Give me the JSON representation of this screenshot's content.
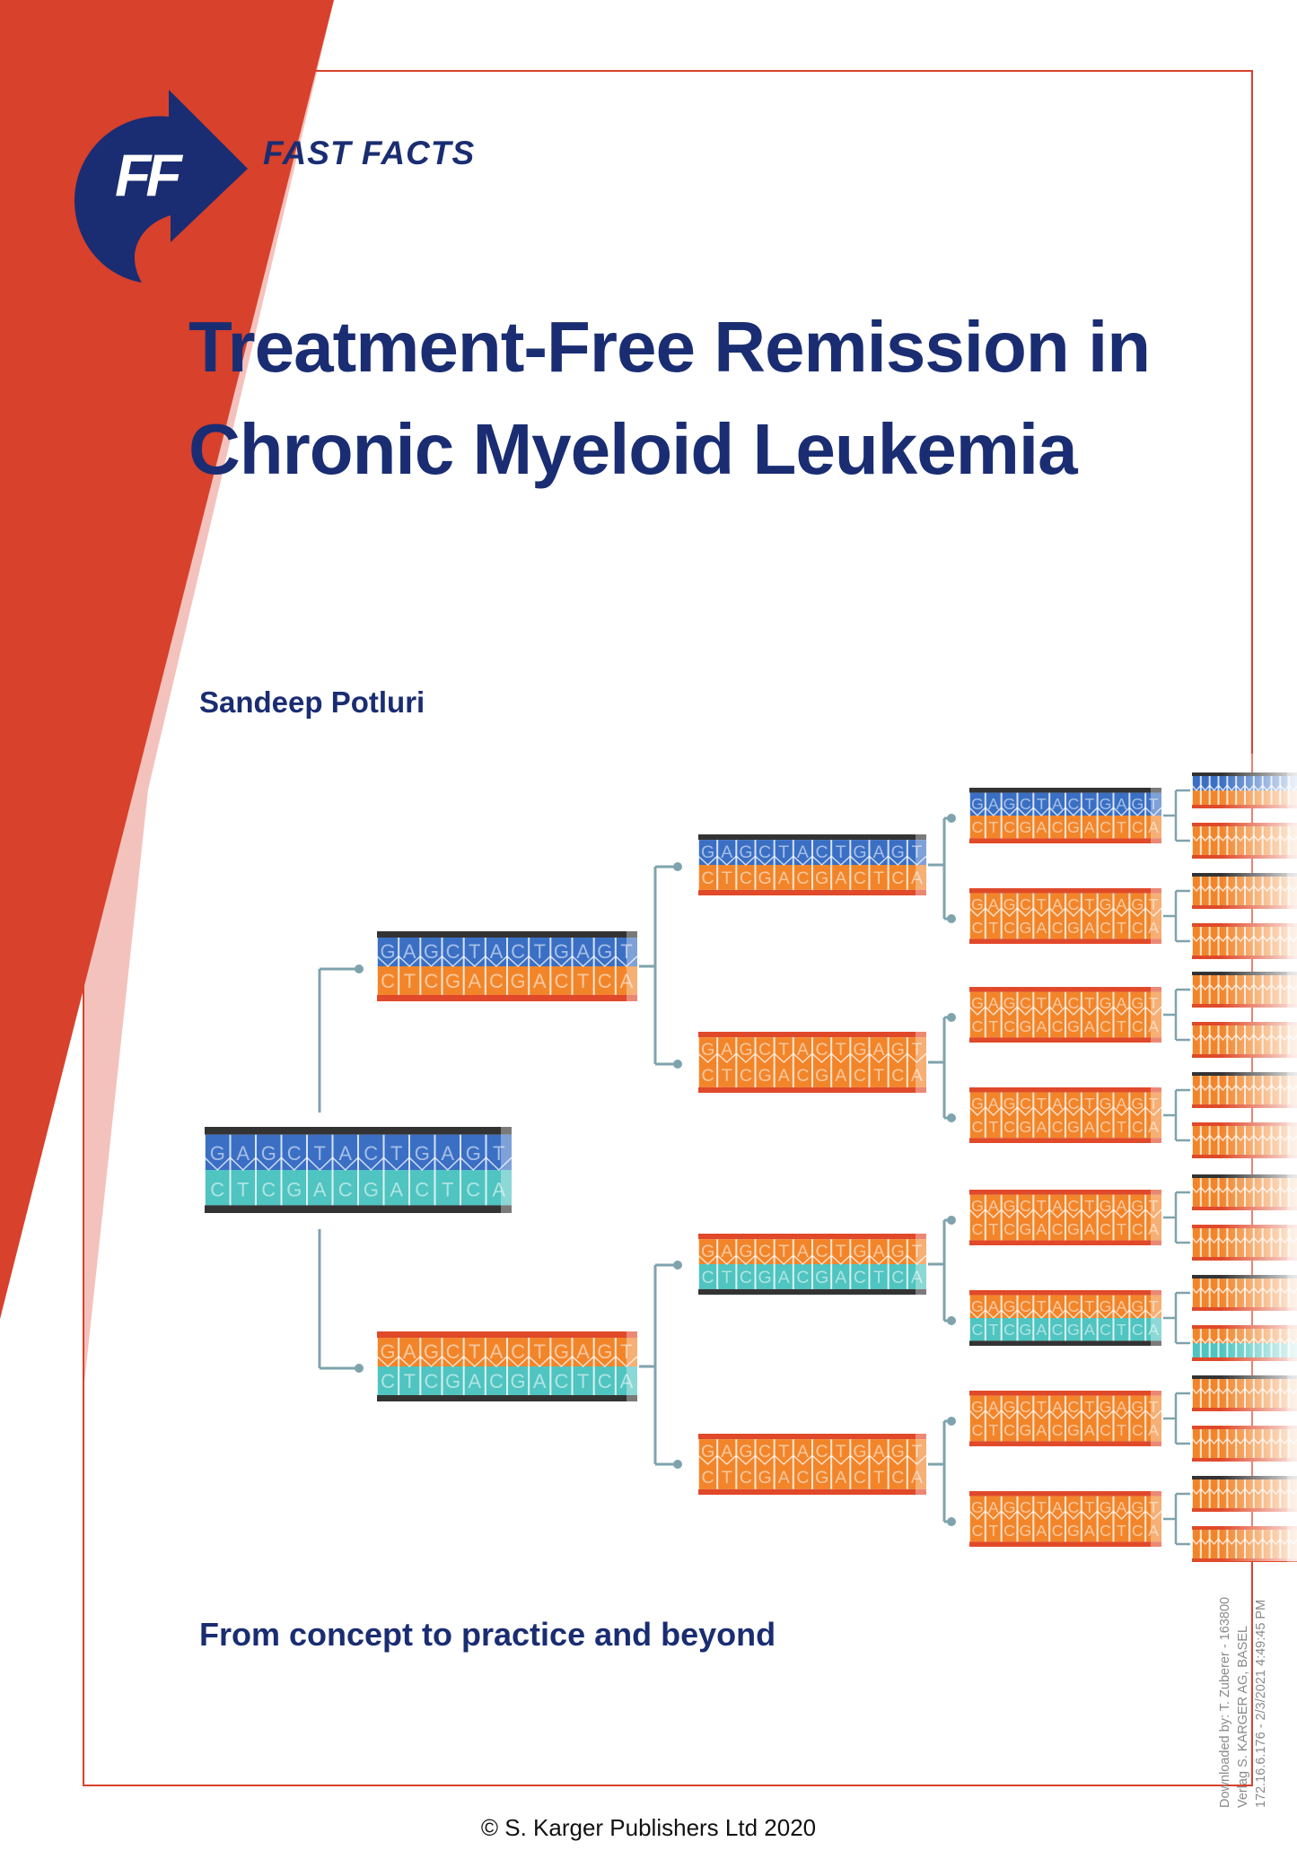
{
  "brand": {
    "logo_mark": "FF",
    "logo_text": "FAST FACTS",
    "color_navy": "#1a2d72",
    "color_red": "#d8412b"
  },
  "title_lines": [
    "Treatment-Free Remission in",
    "Chronic Myeloid Leukemia"
  ],
  "author": "Sandeep Potluri",
  "tagline": "From concept to practice and beyond",
  "copyright": "© S. Karger Publishers Ltd 2020",
  "watermark": [
    "Downloaded by: T. Zuberer - 163800",
    "Verlag S. KARGER AG, BASEL",
    "172.16.6.176 - 2/3/2021 4:49:45 PM"
  ],
  "dna_sequence": {
    "top_strand": [
      "G",
      "A",
      "G",
      "C",
      "T",
      "A",
      "C",
      "T",
      "G",
      "A",
      "G",
      "T"
    ],
    "bottom_strand": [
      "C",
      "T",
      "C",
      "G",
      "A",
      "C",
      "G",
      "A",
      "C",
      "T",
      "C",
      "A"
    ]
  },
  "icons": {
    "logo": "fast-facts-arrow-icon"
  }
}
